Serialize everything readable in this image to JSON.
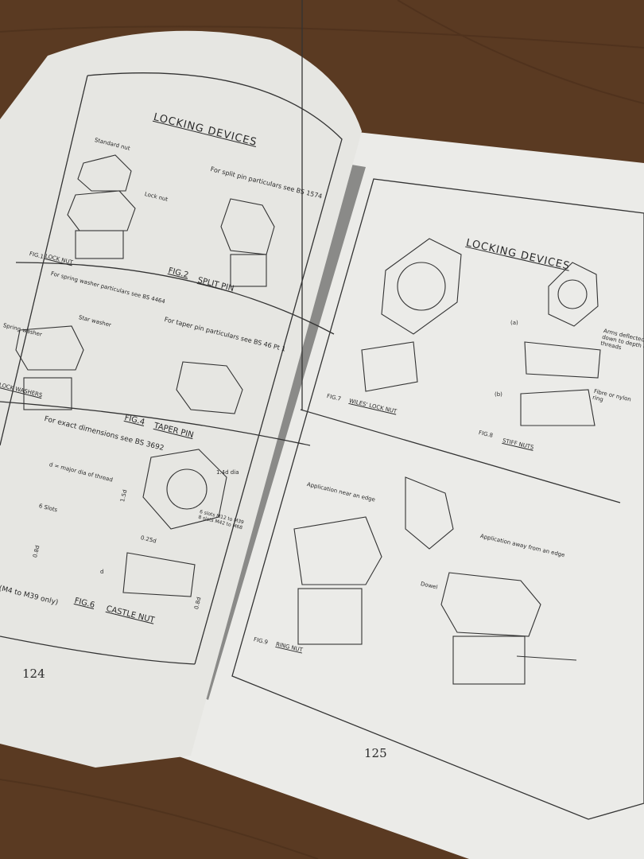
{
  "colors": {
    "wood": "#5a3a22",
    "paper": "#e9e9e6",
    "ink": "#2a2a2a"
  },
  "left_page": {
    "heading": "LOCKING DEVICES",
    "fig1": {
      "caption_no": "FIG.1",
      "caption": "LOCK NUT",
      "label_standard": "Standard nut",
      "label_lock": "Lock nut"
    },
    "fig2": {
      "caption_no": "FIG.2",
      "caption": "SPLIT PIN",
      "note": "For split pin particulars see BS 1574"
    },
    "fig3": {
      "caption": "LOCK WASHERS",
      "note": "For spring washer particulars see BS 4464",
      "label_spring": "Spring washer",
      "label_star": "Star washer"
    },
    "fig4": {
      "caption_no": "FIG.4",
      "caption": "TAPER PIN",
      "note": "For taper pin particulars see BS 46 Pt 1"
    },
    "fig5": {
      "note": "For exact dimensions see BS 3692",
      "label_d": "d = major dia of thread",
      "label_slots": "6 Slots",
      "dim": "0.8d",
      "range": "(M4 to M39 only)"
    },
    "fig6": {
      "caption_no": "FIG.6",
      "caption": "CASTLE NUT",
      "dim_15d": "1.5d",
      "dim_14d": "1.4d dia",
      "dim_025d": "0.25d",
      "dim_d": "d",
      "dim_08d": "0.8d",
      "slots_note": "6 slots M12 to M39 8 slots M42 to M68"
    },
    "page_number": "124"
  },
  "right_page": {
    "heading": "LOCKING DEVICES",
    "fig7": {
      "caption_no": "FIG.7",
      "caption": "WILES' LOCK NUT"
    },
    "fig8": {
      "caption_no": "FIG.8",
      "caption": "STIFF NUTS",
      "label_a": "(a)",
      "label_b": "(b)",
      "label_arms": "Arms deflected down to depth of threads",
      "label_fibre": "Fibre or nylon ring"
    },
    "fig9": {
      "caption_no": "FIG.9",
      "caption": "RING NUT",
      "label_near": "Application near an edge",
      "label_away": "Application away from an edge",
      "label_dowel": "Dowel"
    },
    "page_number": "125"
  }
}
